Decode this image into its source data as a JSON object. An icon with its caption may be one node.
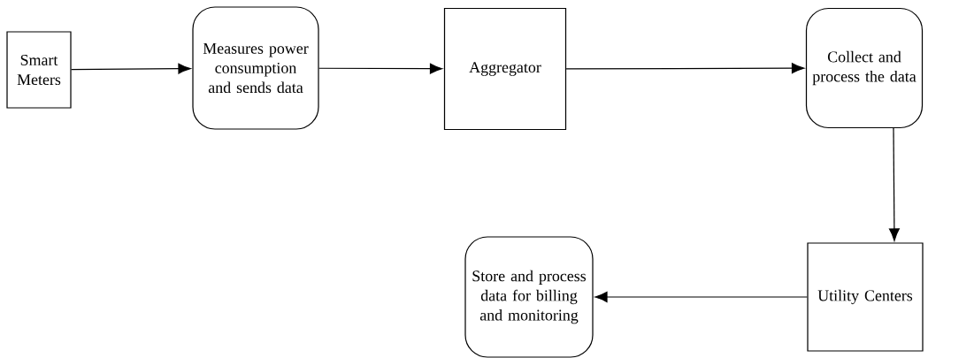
{
  "diagram": {
    "nodes": [
      {
        "text": [
          "Smart Meters"
        ]
      },
      {
        "text": [
          "Measures power consumption and sends data"
        ]
      },
      {
        "text": [
          "Aggregator"
        ]
      },
      {
        "text": [
          "Collect and process the data"
        ]
      },
      {
        "text": [
          "Utility Centers"
        ]
      },
      {
        "text": [
          "Store and process data for billing and monitoring"
        ]
      }
    ],
    "edges": [
      {
        "from": 0,
        "to": 1,
        "arrow": "to"
      },
      {
        "from": 1,
        "to": 2,
        "arrow": "to"
      },
      {
        "from": 2,
        "to": 3,
        "arrow": "to"
      },
      {
        "from": 3,
        "to": 4,
        "arrow": "to"
      },
      {
        "from": 4,
        "to": 5,
        "arrow": "to"
      }
    ]
  }
}
